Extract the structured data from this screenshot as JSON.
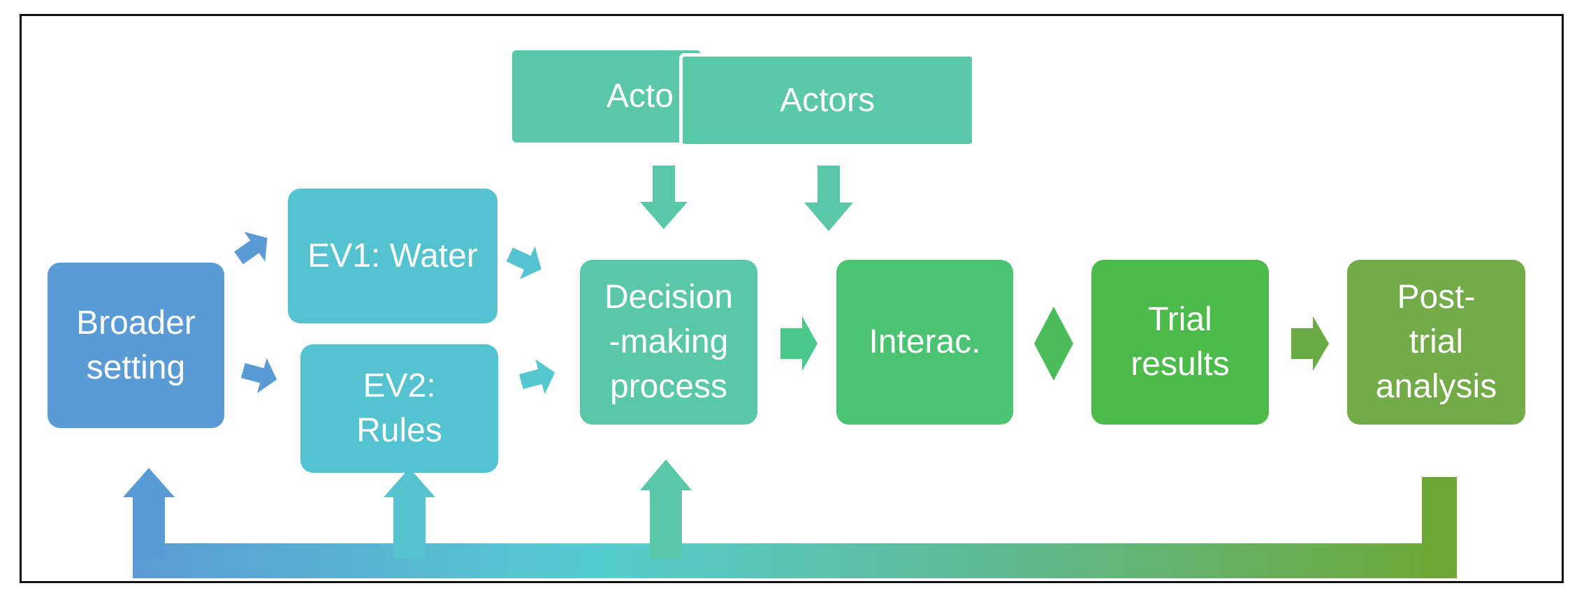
{
  "diagram": {
    "actors_back": {
      "label": "Acto"
    },
    "actors_front": {
      "label": "Actors"
    },
    "broader_setting": {
      "label": "Broader\nsetting"
    },
    "ev1": {
      "label": "EV1: Water"
    },
    "ev2": {
      "label": "EV2:\nRules"
    },
    "decision": {
      "label": "Decision\n-making\nprocess"
    },
    "interac": {
      "label": "Interac."
    },
    "trial_results": {
      "label": "Trial\nresults"
    },
    "post_trial": {
      "label": "Post-\ntrial\nanalysis"
    }
  },
  "colors": {
    "blue": "#5b9bd5",
    "teal": "#55c3cf",
    "aqua": "#5ac8a8",
    "green_mid": "#4cc373",
    "green": "#4cbb4c",
    "olive": "#73ab48",
    "olive_dark": "#6ea733"
  }
}
